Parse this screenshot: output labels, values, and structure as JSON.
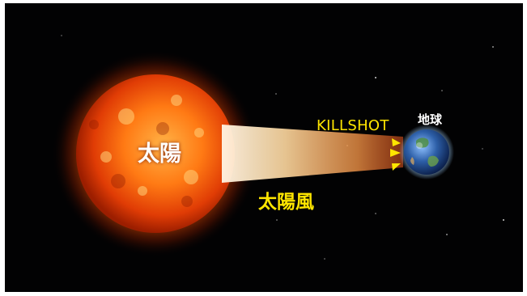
{
  "labels": {
    "sun": "太陽",
    "solar_wind": "太陽風",
    "killshot": "KILLSHOT",
    "earth": "地球"
  },
  "colors": {
    "background": "#020203",
    "sun_core": "#ffb347",
    "sun_edge": "#c22800",
    "beam": "#ffd9a0",
    "highlight_yellow": "#ffe600",
    "earth_ocean": "#2d5fa8"
  },
  "icons": [
    "impact-arrow-icon",
    "star-icon"
  ]
}
